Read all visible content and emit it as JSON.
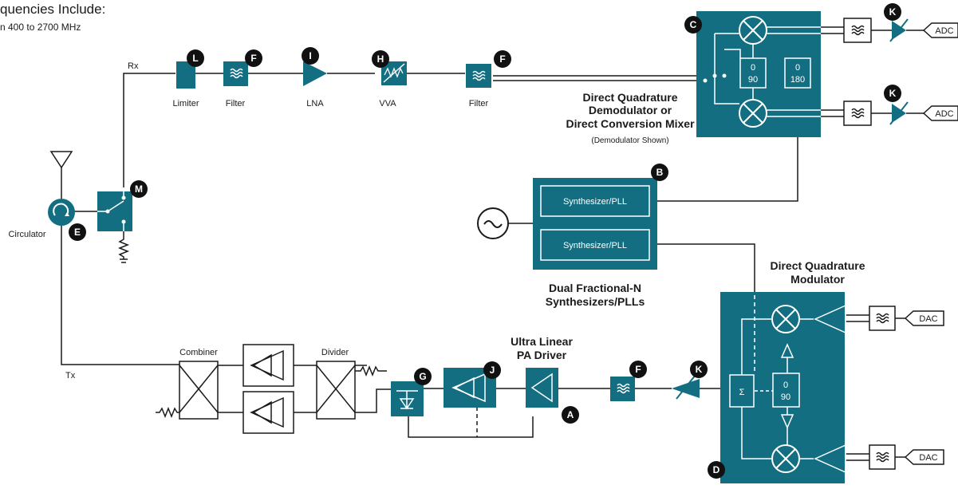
{
  "header": {
    "title": "quencies Include:",
    "subtitle": "n 400 to 2700 MHz"
  },
  "colors": {
    "teal": "#136e82",
    "badge": "#111111",
    "wire": "#1a1a1a"
  },
  "labels": {
    "rx": "Rx",
    "tx": "Tx",
    "circulator": "Circulator",
    "limiter": "Limiter",
    "filter1": "Filter",
    "lna": "LNA",
    "vva": "VVA",
    "filter2": "Filter",
    "combiner": "Combiner",
    "divider": "Divider"
  },
  "demod": {
    "line1": "Direct Quadrature",
    "line2": "Demodulator or",
    "line3": "Direct Conversion Mixer",
    "note": "(Demodulator Shown)",
    "ps90_top": "0",
    "ps90_bot": "90",
    "ps180_top": "0",
    "ps180_bot": "180"
  },
  "synth": {
    "pll1": "Synthesizer/PLL",
    "pll2": "Synthesizer/PLL",
    "line1": "Dual Fractional-N",
    "line2": "Synthesizers/PLLs"
  },
  "mod": {
    "line1": "Direct Quadrature",
    "line2": "Modulator",
    "sigma": "Σ",
    "ps_top": "0",
    "ps_bot": "90"
  },
  "pa": {
    "line1": "Ultra Linear",
    "line2": "PA Driver"
  },
  "converters": {
    "adc1": "ADC",
    "adc2": "ADC",
    "dac1": "DAC",
    "dac2": "DAC"
  },
  "badges": {
    "L": "L",
    "F1": "F",
    "I": "I",
    "H": "H",
    "F2": "F",
    "C": "C",
    "K1": "K",
    "K2": "K",
    "B": "B",
    "M": "M",
    "E": "E",
    "G": "G",
    "J": "J",
    "A": "A",
    "F3": "F",
    "K3": "K",
    "D": "D"
  }
}
